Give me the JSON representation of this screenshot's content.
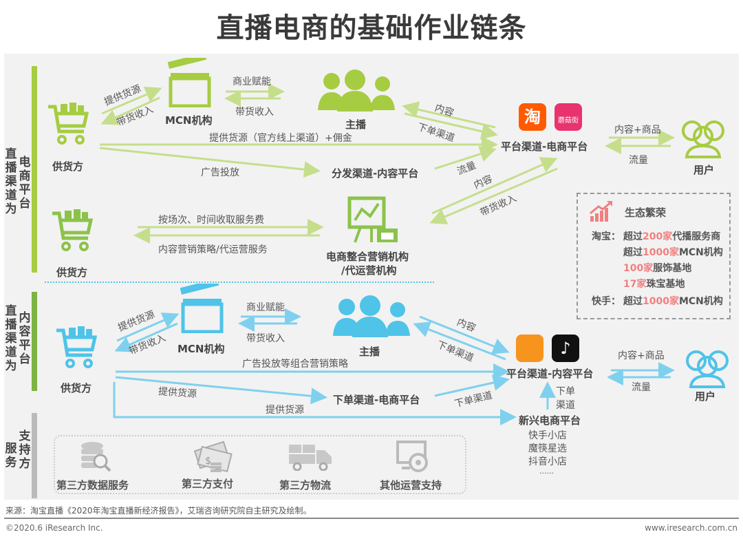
{
  "title": "直播电商的基础作业链条",
  "colors": {
    "green": "#a6cc42",
    "green_dark": "#7cb342",
    "blue": "#4fc3e8",
    "gray_bar": "#bbbbbb",
    "highlight": "#f08080",
    "taobao": "#ff5a00",
    "mogujie": "#e8336e",
    "kuaishou": "#f7941d",
    "douyin": "#111111"
  },
  "sections": {
    "ecommerce": {
      "label_outer": "直播渠道为",
      "label_inner": "电商平台"
    },
    "content": {
      "label_outer": "直播渠道为",
      "label_inner": "内容平台"
    },
    "support": {
      "label_outer": "服务",
      "label_inner": "支持方",
      "label_line1": "支",
      "label_line2": "服持",
      "label_line3": "务方"
    }
  },
  "ecommerce_flow": {
    "supplier1": "供货方",
    "supplier2": "供货方",
    "mcn": "MCN机构",
    "anchor": "主播",
    "distribution": "分发渠道-内容平台",
    "platform": "平台渠道-电商平台",
    "agency_line1": "电商整合营销机构",
    "agency_line2": "/代运营机构",
    "user": "用户",
    "edges": {
      "supply_to_mcn": "提供货源",
      "mcn_to_supply": "带货收入",
      "mcn_to_anchor": "商业赋能",
      "anchor_to_mcn": "带货收入",
      "platform_to_anchor": "内容",
      "anchor_to_platform": "下单渠道",
      "supply_to_platform": "提供货源（官方线上渠道）+佣金",
      "ad": "广告投放",
      "traffic": "流量",
      "content2": "内容",
      "income": "带货收入",
      "fee": "按场次、时间收取服务费",
      "service": "内容营销策略/代运营服务",
      "to_user": "内容+商品",
      "from_user": "流量"
    }
  },
  "ecosystem": {
    "title": "生态繁荣",
    "taobao_label": "淘宝：",
    "kuaishou_label": "快手：",
    "lines": [
      {
        "pre": "超过",
        "hl": "200家",
        "post": "代播服务商"
      },
      {
        "pre": "超过",
        "hl": "1000家",
        "post": "MCN机构"
      },
      {
        "pre": "",
        "hl": "100家",
        "post": "服饰基地"
      },
      {
        "pre": "",
        "hl": "17家",
        "post": "珠宝基地"
      },
      {
        "pre": "超过",
        "hl": "1000家",
        "post": "MCN机构"
      }
    ]
  },
  "content_flow": {
    "supplier": "供货方",
    "mcn": "MCN机构",
    "anchor": "主播",
    "order_channel": "下单渠道-电商平台",
    "platform": "平台渠道-内容平台",
    "emerging": "新兴电商平台",
    "emerging_items": [
      "快手小店",
      "魔筷星选",
      "抖音小店",
      "......"
    ],
    "user": "用户",
    "edges": {
      "supply_to_mcn": "提供货源",
      "mcn_to_supply": "带货收入",
      "mcn_to_anchor": "商业赋能",
      "anchor_to_mcn": "带货收入",
      "platform_to_anchor": "内容",
      "anchor_to_platform": "下单渠道",
      "ad_combo": "广告投放等组合营销策略",
      "supply1": "提供货源",
      "supply2": "提供货源",
      "order_to_platform": "下单渠道",
      "emerging_up_1": "下单",
      "emerging_up_2": "渠道",
      "to_user": "内容+商品",
      "from_user": "流量"
    }
  },
  "support_items": [
    "第三方数据服务",
    "第三方支付",
    "第三方物流",
    "其他运营支持"
  ],
  "app_icons": {
    "taobao": "淘",
    "mogujie": "蘑菇街"
  },
  "footer": {
    "source": "来源：淘宝直播《2020年淘宝直播新经济报告》，艾瑞咨询研究院自主研究及绘制。",
    "copyright": "©2020.6 iResearch Inc.",
    "url": "www.iresearch.com.cn"
  }
}
